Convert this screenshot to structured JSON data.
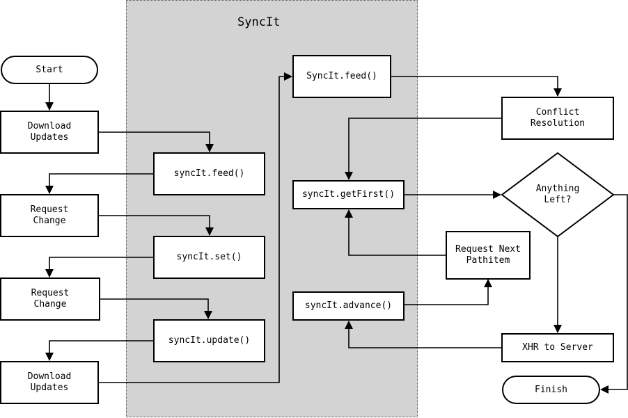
{
  "group": {
    "title": "SyncIt"
  },
  "nodes": {
    "start": "Start",
    "download_updates_1": "Download\nUpdates",
    "request_change_1": "Request\nChange",
    "request_change_2": "Request\nChange",
    "download_updates_2": "Download\nUpdates",
    "sync_feed_lower": "syncIt.feed()",
    "sync_set": "syncIt.set()",
    "sync_update": "syncIt.update()",
    "sync_feed_upper": "SyncIt.feed()",
    "sync_get_first": "syncIt.getFirst()",
    "sync_advance": "syncIt.advance()",
    "conflict_resolution": "Conflict\nResolution",
    "anything_left": "Anything\nLeft?",
    "request_next_pathitem": "Request Next\nPathitem",
    "xhr_to_server": "XHR to Server",
    "finish": "Finish"
  }
}
